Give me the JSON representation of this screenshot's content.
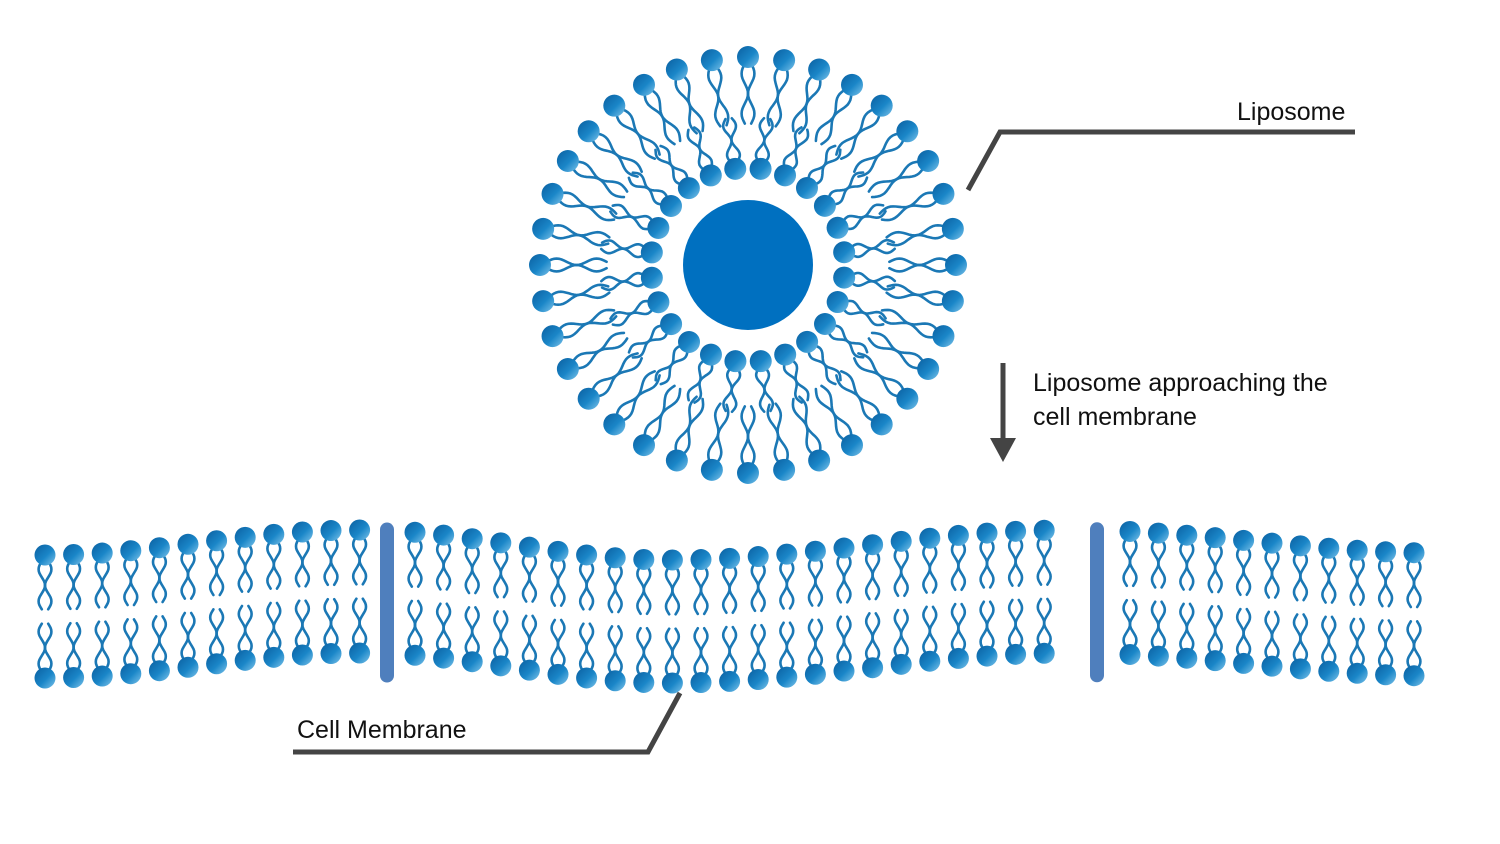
{
  "labels": {
    "liposome": "Liposome",
    "approach_line1": "Liposome approaching the",
    "approach_line2": "cell membrane",
    "cell_membrane": "Cell Membrane"
  },
  "colors": {
    "head": "#0a6fb5",
    "head_light": "#5bb0e0",
    "tail": "#1b78b5",
    "core": "#0070c0",
    "protein": "#4f7fbd",
    "callout": "#444444"
  }
}
